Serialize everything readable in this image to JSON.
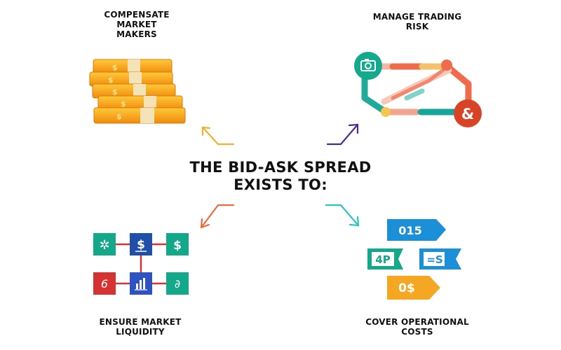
{
  "center": {
    "line1": "THE BID-ASK SPREAD",
    "line2": "EXISTS TO:"
  },
  "branches": {
    "top_left": {
      "line1": "COMPENSATE",
      "line2": "MARKET",
      "line3": "MAKERS",
      "arrow_color": "#f2b134"
    },
    "top_right": {
      "line1": "MANAGE TRADING",
      "line2": "RISK",
      "arrow_color": "#4b2a8f"
    },
    "bottom_left": {
      "line1": "ENSURE MARKET",
      "line2": "LIQUIDITY",
      "arrow_color": "#ee6a3a"
    },
    "bottom_right": {
      "line1": "COVER OPERATIONAL",
      "line2": "COSTS",
      "arrow_color": "#2cc3c6"
    }
  },
  "network_nodes": {
    "n1": {
      "glyph": "✲",
      "icon": "gear-icon"
    },
    "n2": {
      "glyph": "$",
      "icon": "dollar-icon"
    },
    "n3": {
      "glyph": "$",
      "icon": "dollar-icon"
    },
    "n4": {
      "glyph": "6",
      "icon": "hook-icon"
    },
    "n5": {
      "glyph": "ıl",
      "icon": "bar-chart-icon"
    },
    "n6": {
      "glyph": "∂",
      "icon": "symbol-icon"
    }
  },
  "cost_arrows": {
    "a1": "015",
    "a2": "4P",
    "a3": "=S",
    "a4": "0$"
  },
  "risk_icons": {
    "camera": "◙",
    "ampersand": "&"
  },
  "colors": {
    "money_gold": "#f7a61b",
    "band": "#f4e3b8",
    "teal": "#11a18a",
    "navy": "#1f4fa8",
    "red": "#d73232",
    "blue_arrow": "#1b8fd8",
    "orange_arrow": "#f5a623",
    "green_arrow": "#1aa59a"
  }
}
